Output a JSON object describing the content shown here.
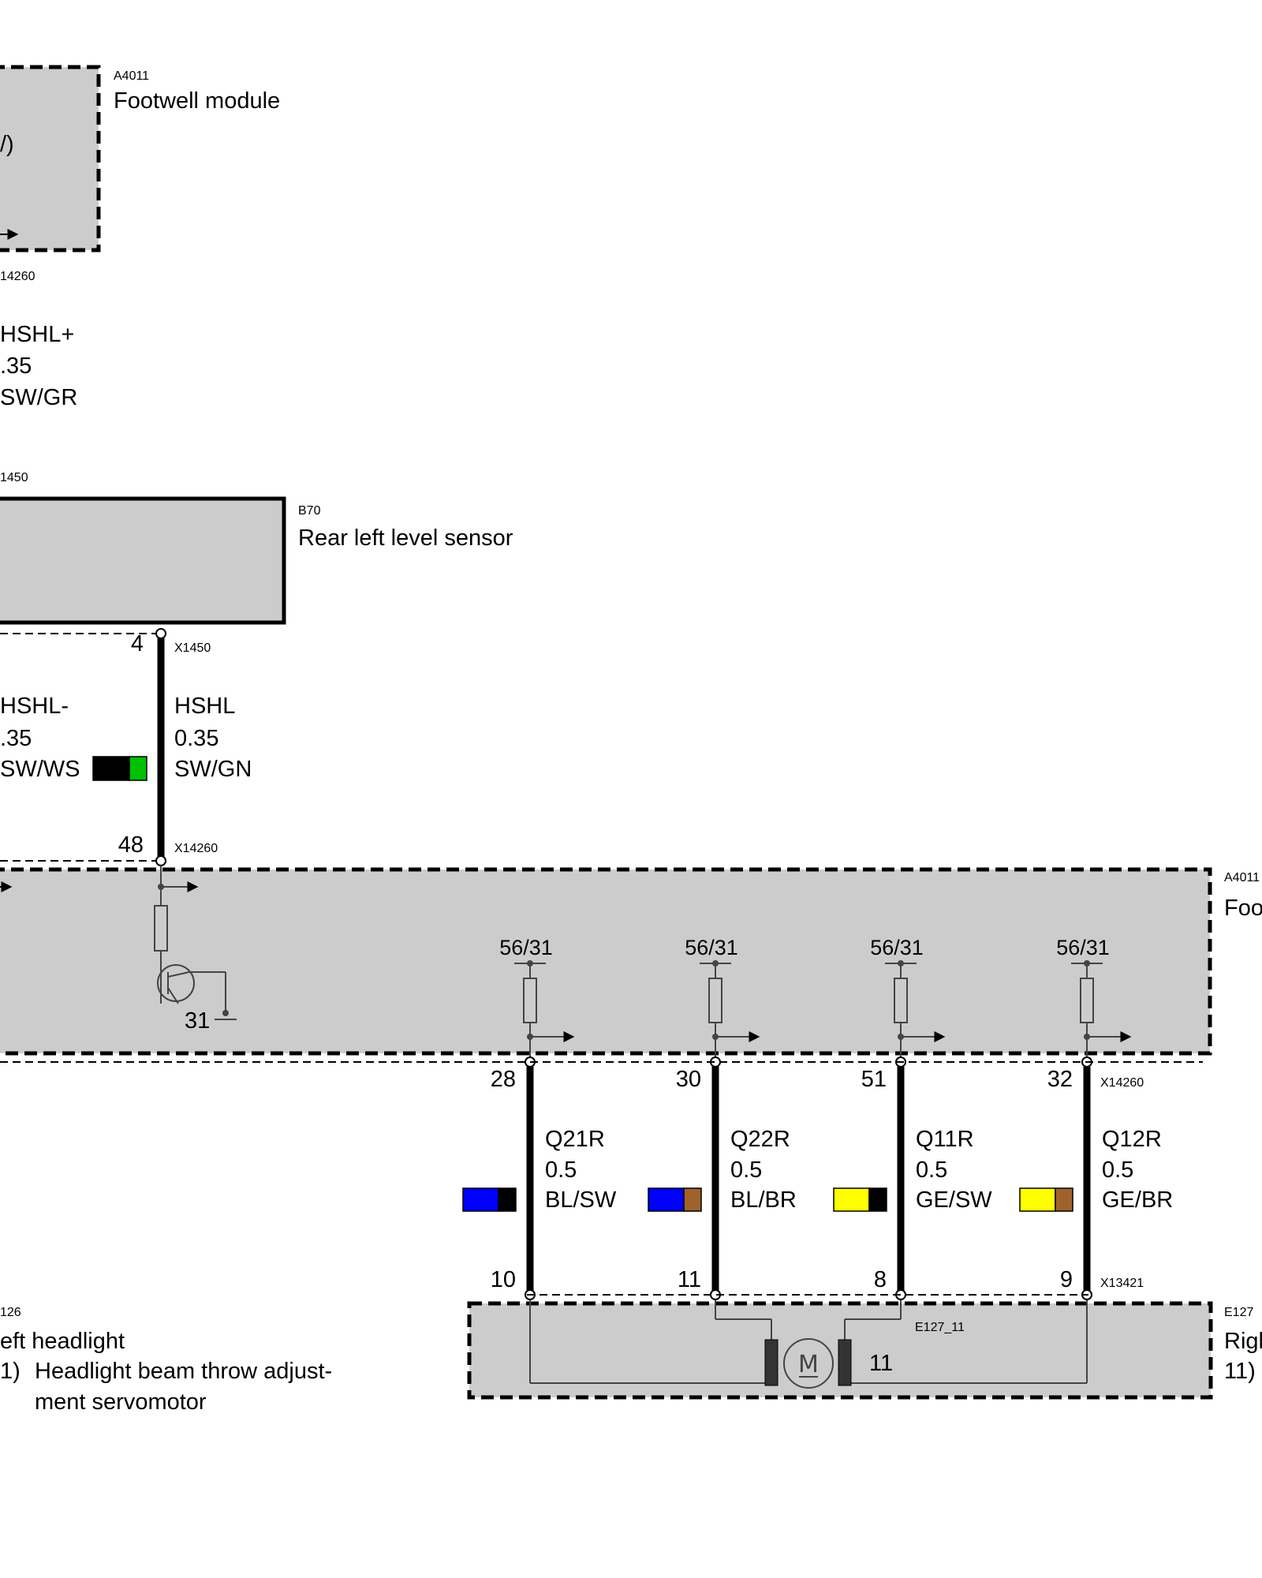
{
  "components": {
    "footwell_top": {
      "code": "A4011",
      "name": "Footwell module",
      "fragment": "/)"
    },
    "top_connector": "14260",
    "top_wire": {
      "signal": "HSHL+",
      "size": ".35",
      "color": "SW/GR"
    },
    "sensor_connector_label": "1450",
    "sensor": {
      "code": "B70",
      "name": "Rear left level sensor"
    },
    "footwell_right": {
      "code": "A4011",
      "name": "Foo"
    },
    "left_headlight": {
      "code": "126",
      "name": "eft headlight",
      "note_num": "1)",
      "note_line1": "Headlight beam throw adjust-",
      "note_line2": "ment servomotor"
    },
    "right_headlight": {
      "code": "E127",
      "name": "Righ",
      "note_num": "11)",
      "inner_ref": "E127_11",
      "inner_pin": "11"
    }
  },
  "hshl_wire": {
    "pin_top": "4",
    "conn_top": "X1450",
    "pin_bottom": "48",
    "conn_bottom": "X14260",
    "signal": "HSHL",
    "size": "0.35",
    "color": "SW/GN",
    "colors": [
      "#000000",
      "#00c000"
    ]
  },
  "hshl_minus": {
    "signal": "HSHL-",
    "size": ".35",
    "color": "SW/WS"
  },
  "ground_label": "31",
  "connectors": {
    "module": "X14260",
    "headlight": "X13421"
  },
  "servo_wires": [
    {
      "supply": "56/31",
      "pin_top": "28",
      "pin_bottom": "10",
      "signal": "Q21R",
      "size": "0.5",
      "color": "BL/SW",
      "colors": [
        "#0000ff",
        "#000000"
      ]
    },
    {
      "supply": "56/31",
      "pin_top": "30",
      "pin_bottom": "11",
      "signal": "Q22R",
      "size": "0.5",
      "color": "BL/BR",
      "colors": [
        "#0000ff",
        "#a0622d"
      ]
    },
    {
      "supply": "56/31",
      "pin_top": "51",
      "pin_bottom": "8",
      "signal": "Q11R",
      "size": "0.5",
      "color": "GE/SW",
      "colors": [
        "#ffff00",
        "#000000"
      ]
    },
    {
      "supply": "56/31",
      "pin_top": "32",
      "pin_bottom": "9",
      "signal": "Q12R",
      "size": "0.5",
      "color": "GE/BR",
      "colors": [
        "#ffff00",
        "#a0622d"
      ]
    }
  ],
  "motor_symbol": "M"
}
